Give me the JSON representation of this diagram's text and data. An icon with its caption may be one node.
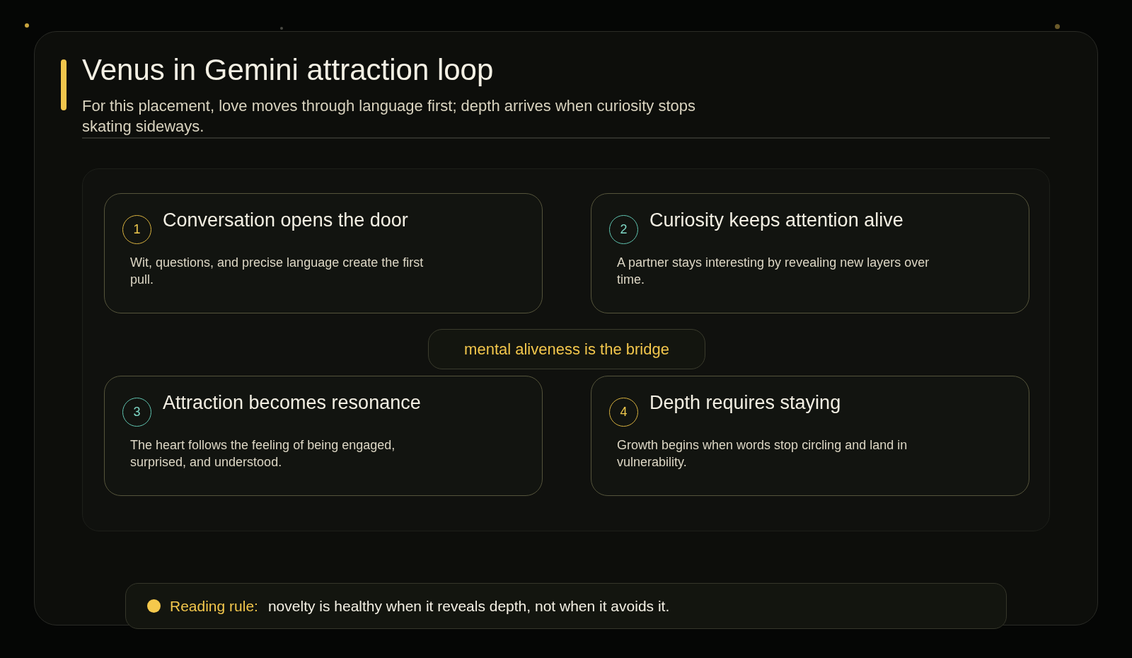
{
  "diagram": {
    "title": "Venus in Gemini attraction loop",
    "nodes": [
      {
        "text": [],
        "shape": "box"
      },
      {
        "text": [
          "Conversation opens the door",
          "Wit, questions, and precise language create the first pull."
        ],
        "in": 0
      },
      {
        "text": [
          "1"
        ],
        "in": 1
      },
      {
        "text": [
          "Curiosity keeps attention alive",
          "A partner stays interesting by revealing new layers over time."
        ],
        "in": 0
      },
      {
        "text": [
          "2"
        ],
        "in": 3
      },
      {
        "text": [
          "mental aliveness is the bridge"
        ],
        "in": 0
      },
      {
        "text": [
          "Attraction becomes resonance",
          "The heart follows the feeling of being engaged, surprised, and understood."
        ],
        "in": 0
      },
      {
        "text": [
          "3"
        ],
        "in": 6
      },
      {
        "text": [
          "Depth requires staying",
          "Growth begins when words stop circling and land in vulnerability."
        ],
        "in": 0
      },
      {
        "text": [
          "4"
        ],
        "in": 8
      },
      {
        "text": [
          "Reading rule:",
          "novelty is healthy when it reveals depth, not when it avoids it."
        ]
      }
    ],
    "labels": [
      "For this placement, love moves through language first; depth arrives when curiosity stops skating sideways."
    ]
  }
}
